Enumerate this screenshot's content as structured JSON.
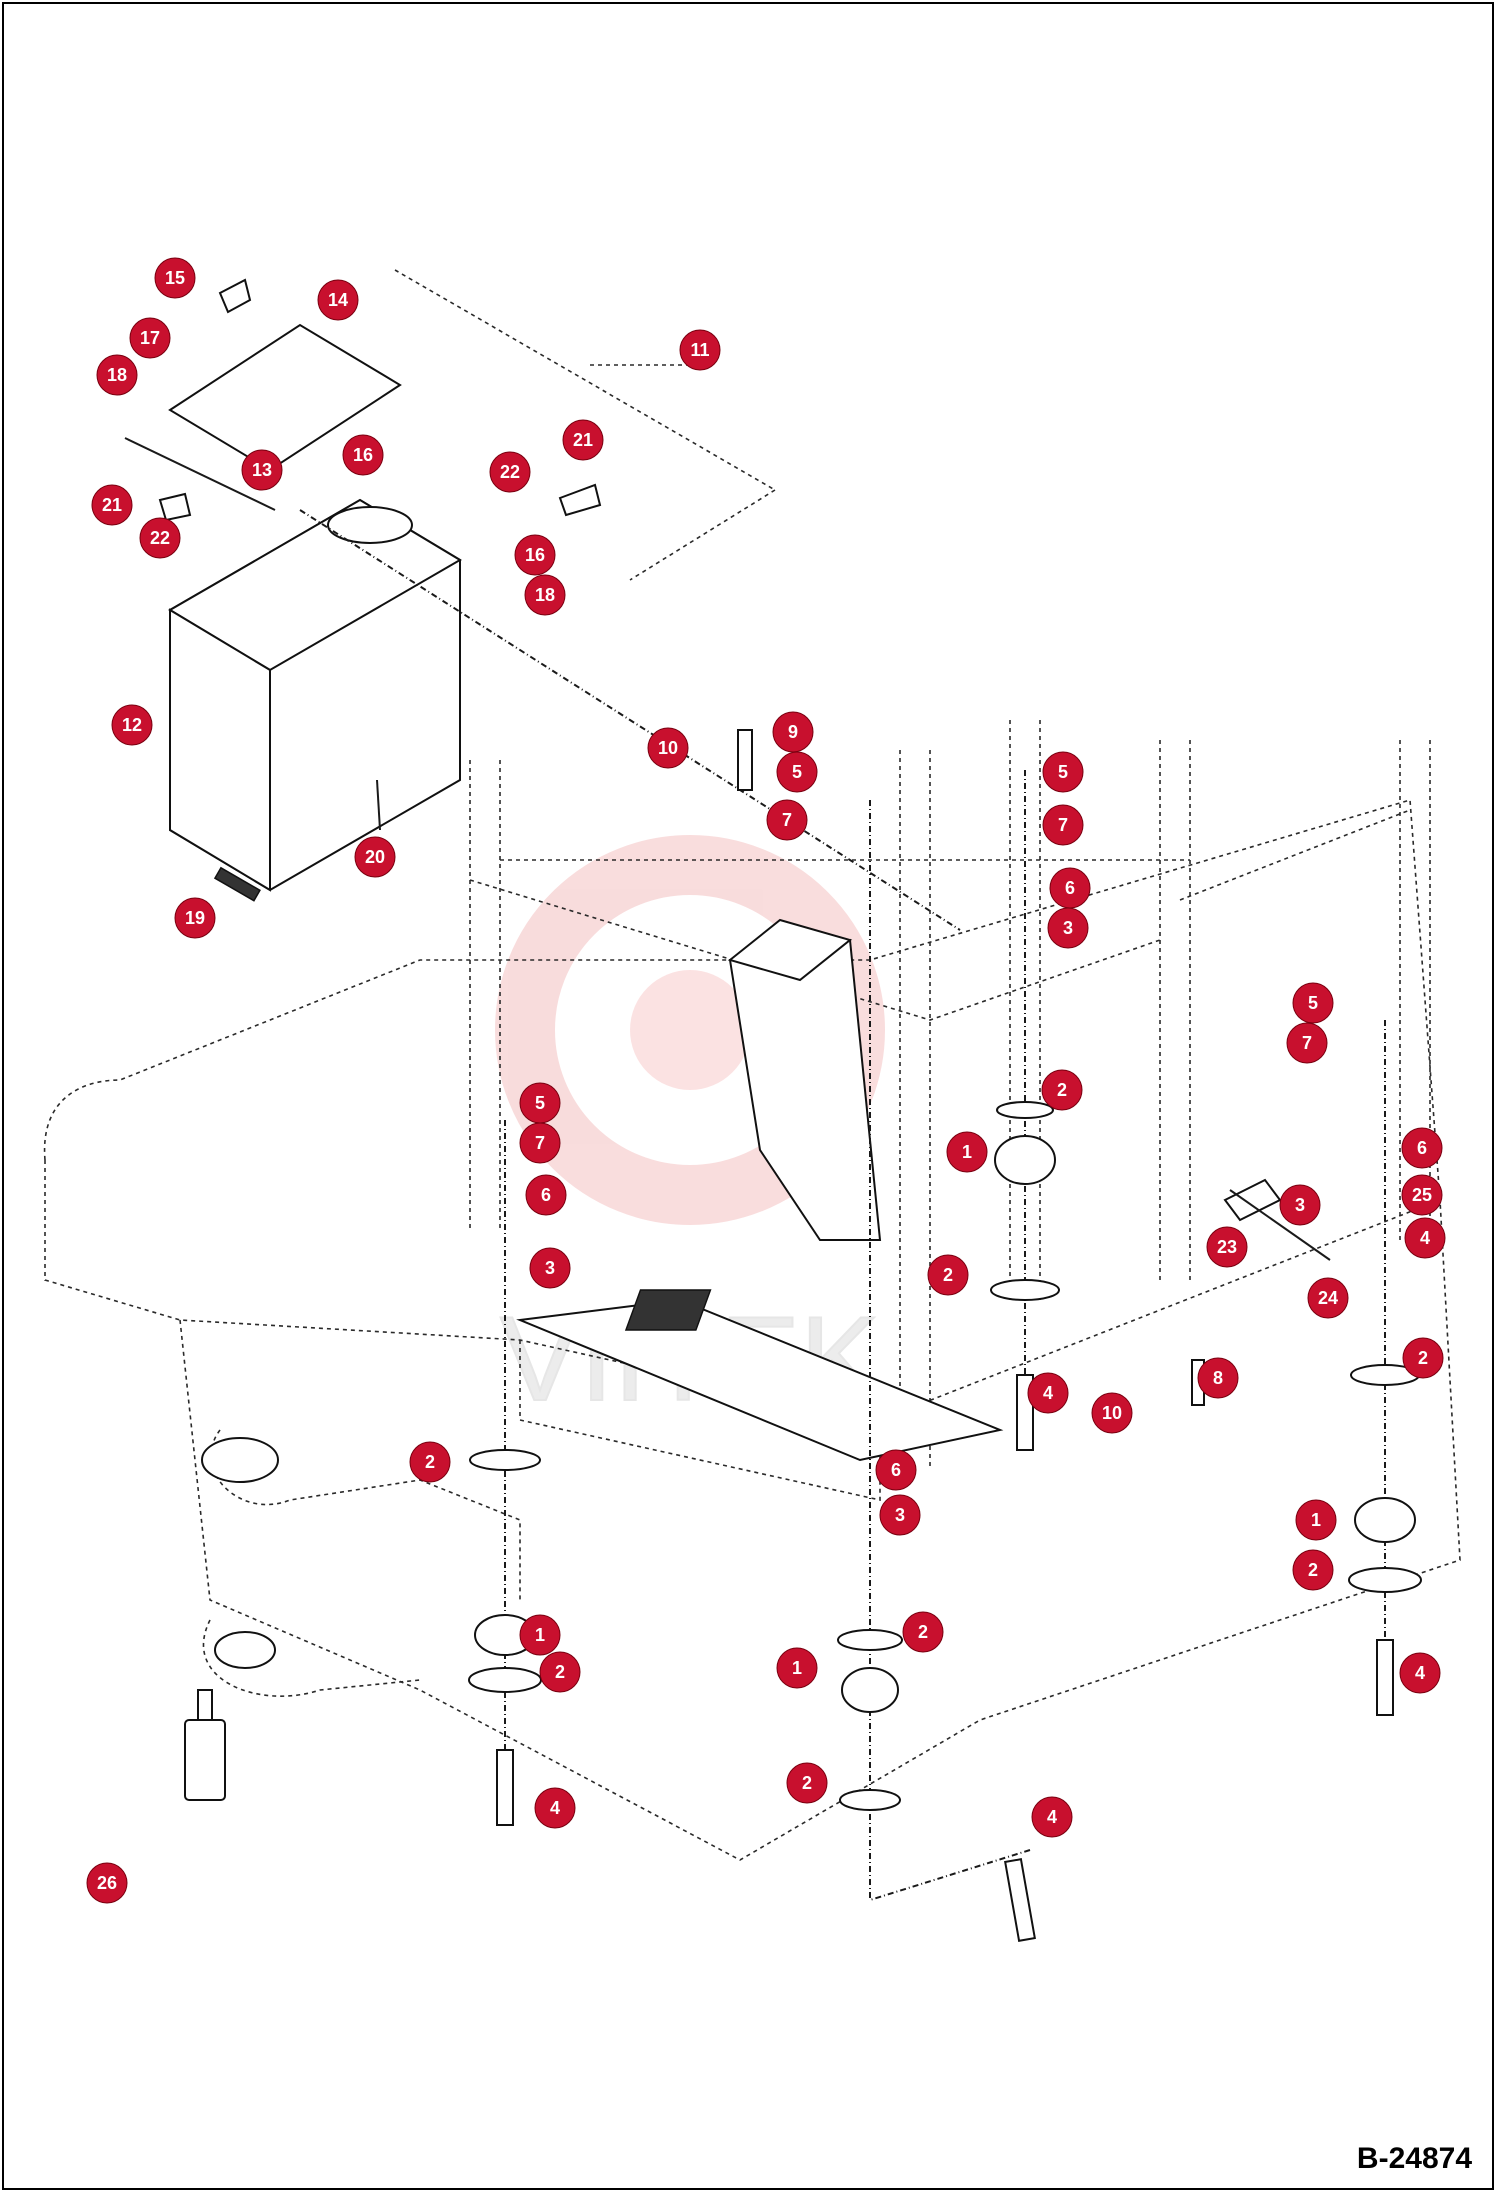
{
  "drawing_number": "B-24874",
  "watermark_text": "VIITEK",
  "callout_color": "#c8102e",
  "callouts": [
    {
      "n": "15"
    },
    {
      "n": "14"
    },
    {
      "n": "17"
    },
    {
      "n": "11"
    },
    {
      "n": "18"
    },
    {
      "n": "21"
    },
    {
      "n": "22"
    },
    {
      "n": "16"
    },
    {
      "n": "13"
    },
    {
      "n": "21"
    },
    {
      "n": "22"
    },
    {
      "n": "16"
    },
    {
      "n": "18"
    },
    {
      "n": "12"
    },
    {
      "n": "20"
    },
    {
      "n": "19"
    },
    {
      "n": "10"
    },
    {
      "n": "9"
    },
    {
      "n": "5"
    },
    {
      "n": "7"
    },
    {
      "n": "5"
    },
    {
      "n": "7"
    },
    {
      "n": "6"
    },
    {
      "n": "3"
    },
    {
      "n": "5"
    },
    {
      "n": "7"
    },
    {
      "n": "2"
    },
    {
      "n": "1"
    },
    {
      "n": "5"
    },
    {
      "n": "7"
    },
    {
      "n": "6"
    },
    {
      "n": "3"
    },
    {
      "n": "6"
    },
    {
      "n": "3"
    },
    {
      "n": "25"
    },
    {
      "n": "4"
    },
    {
      "n": "23"
    },
    {
      "n": "24"
    },
    {
      "n": "2"
    },
    {
      "n": "2"
    },
    {
      "n": "8"
    },
    {
      "n": "10"
    },
    {
      "n": "4"
    },
    {
      "n": "2"
    },
    {
      "n": "6"
    },
    {
      "n": "3"
    },
    {
      "n": "1"
    },
    {
      "n": "2"
    },
    {
      "n": "2"
    },
    {
      "n": "1"
    },
    {
      "n": "1"
    },
    {
      "n": "2"
    },
    {
      "n": "4"
    },
    {
      "n": "4"
    },
    {
      "n": "2"
    },
    {
      "n": "4"
    },
    {
      "n": "26"
    }
  ]
}
